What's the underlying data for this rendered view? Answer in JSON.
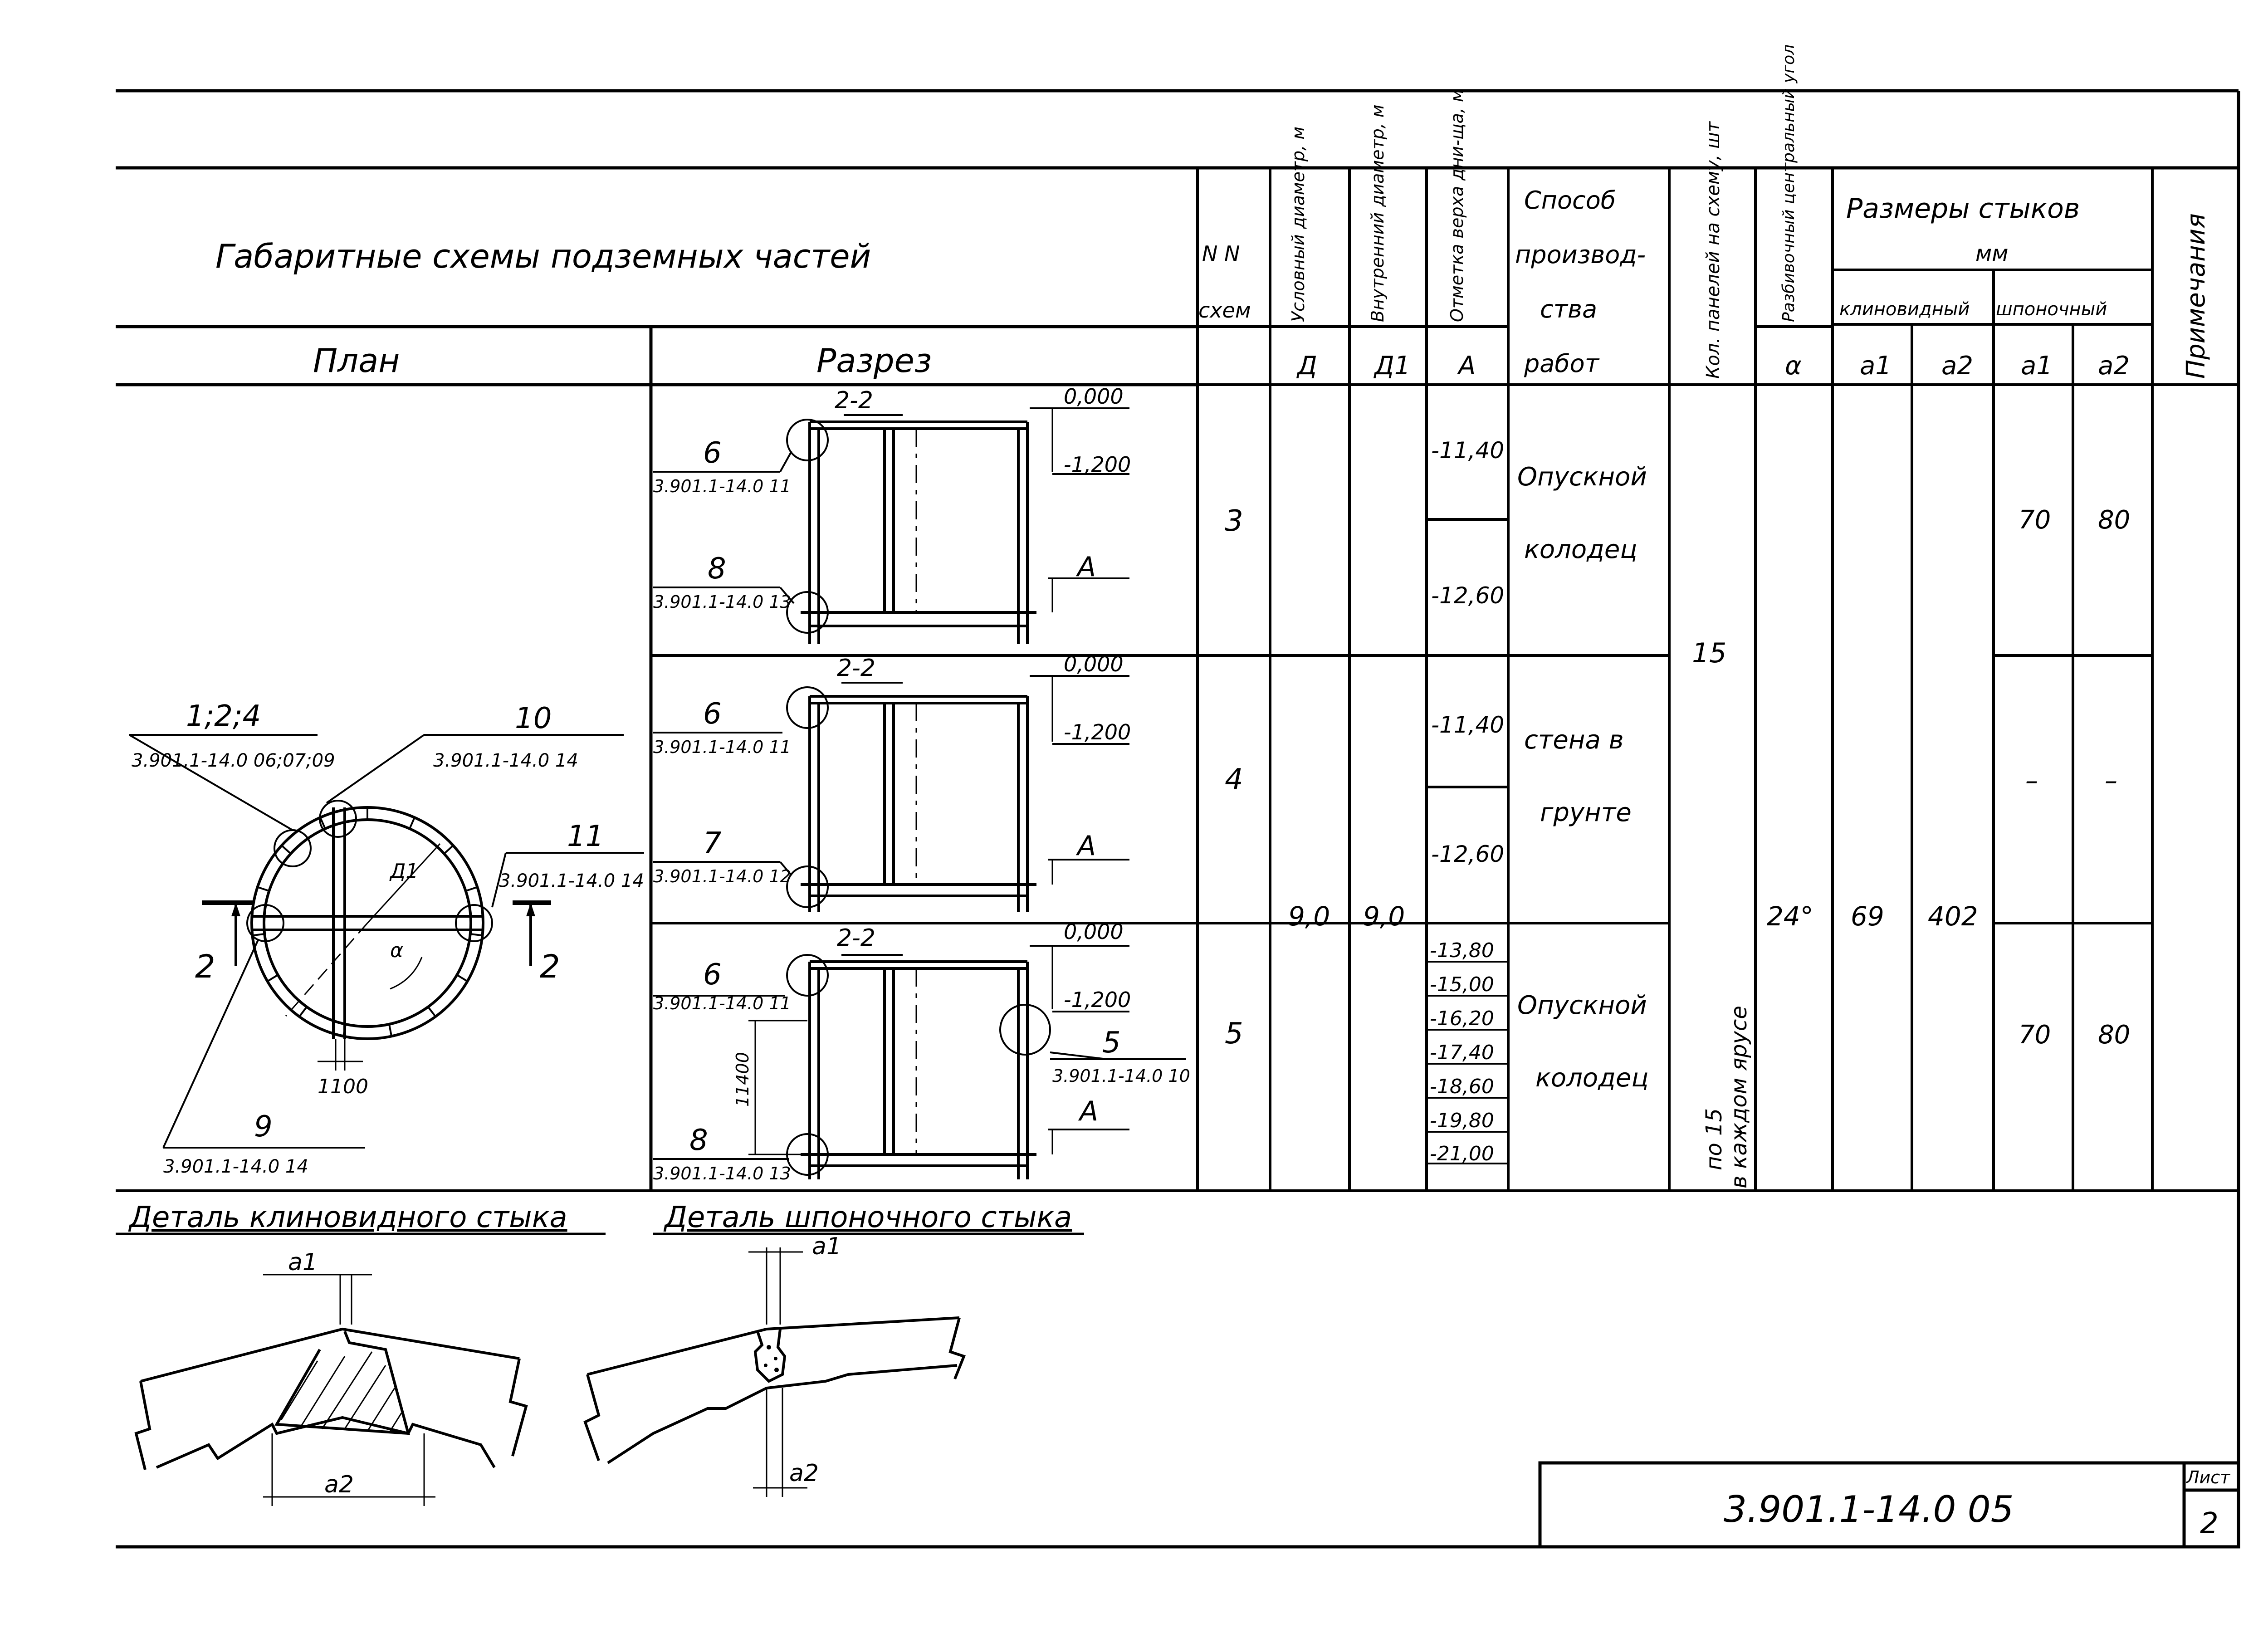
{
  "title": "Габаритные схемы подземных частей",
  "plan_label": "План",
  "section_label": "Разрез",
  "columns": {
    "nn": "N N",
    "schem": "схем",
    "d_cond": "Условный диаметр, м",
    "d_inner": "Внутренний диаметр, м",
    "mark": "Отметка верха дни-ща, м",
    "method": "Способ производ-ства работ",
    "panels": "Кол. панелей на схему, шт",
    "angle": "Разбивочный центральный угол",
    "joints": "Размеры стыков",
    "joints_unit": "мм",
    "wedge": "клиновидный",
    "key": "шпоночный",
    "notes": "Примечания",
    "sym_d": "Д",
    "sym_d1": "Д1",
    "sym_a": "А",
    "sym_alpha": "α",
    "sym_a1": "а1",
    "sym_a2": "а2",
    "sym_a1b": "а1",
    "sym_a2b": "а2"
  },
  "rows": [
    {
      "n": "3",
      "marks": [
        "-11,40",
        "-12,60"
      ],
      "method_1": "Опускной",
      "method_2": "колодец",
      "key_a1": "70",
      "key_a2": "80"
    },
    {
      "n": "4",
      "marks": [
        "-11,40",
        "-12,60"
      ],
      "method_1": "стена в",
      "method_2": "грунте",
      "key_a1": "–",
      "key_a2": "–"
    },
    {
      "n": "5",
      "marks": [
        "-13,80",
        "-15,00",
        "-16,20",
        "-17,40",
        "-18,60",
        "-19,80",
        "-21,00"
      ],
      "method_1": "Опускной",
      "method_2": "колодец",
      "key_a1": "70",
      "key_a2": "80"
    }
  ],
  "shared": {
    "d": "9,0",
    "d1": "9,0",
    "panels": "15",
    "panels_note_1": "по 15",
    "panels_note_2": "в каждом ярусе",
    "angle": "24°",
    "wedge_a1": "69",
    "wedge_a2": "402"
  },
  "plan": {
    "callout_1": "1;2;4",
    "callout_1_ref": "3.901.1-14.0 06;07;09",
    "callout_10": "10",
    "callout_10_ref": "3.901.1-14.0 14",
    "callout_11": "11",
    "callout_11_ref": "3.901.1-14.0 14",
    "callout_9": "9",
    "callout_9_ref": "3.901.1-14.0 14",
    "cut_left": "2",
    "cut_right": "2",
    "d1_label": "Д1",
    "alpha_label": "α",
    "dim_1100": "1100"
  },
  "sections": [
    {
      "cut": "2-2",
      "top": "0,000",
      "lvl": "-1,200",
      "a": "А",
      "c1": "6",
      "c1_ref": "3.901.1-14.0 11",
      "c2": "8",
      "c2_ref": "3.901.1-14.0 13"
    },
    {
      "cut": "2-2",
      "top": "0,000",
      "lvl": "-1,200",
      "a": "А",
      "c1": "6",
      "c1_ref": "3.901.1-14.0 11",
      "c2": "7",
      "c2_ref": "3.901.1-14.0 12"
    },
    {
      "cut": "2-2",
      "top": "0,000",
      "lvl": "-1,200",
      "a": "А",
      "c1": "6",
      "c1_ref": "3.901.1-14.0 11",
      "c2": "8",
      "c2_ref": "3.901.1-14.0 13",
      "c3": "5",
      "c3_ref": "3.901.1-14.0 10",
      "dim": "11400"
    }
  ],
  "details": {
    "wedge_title": "Деталь клиновидного стыка",
    "key_title": "Деталь шпоночного стыка",
    "a1": "а1",
    "a2": "а2"
  },
  "stamp": {
    "code": "3.901.1-14.0 05",
    "sheet_label": "Лист",
    "sheet": "2"
  }
}
